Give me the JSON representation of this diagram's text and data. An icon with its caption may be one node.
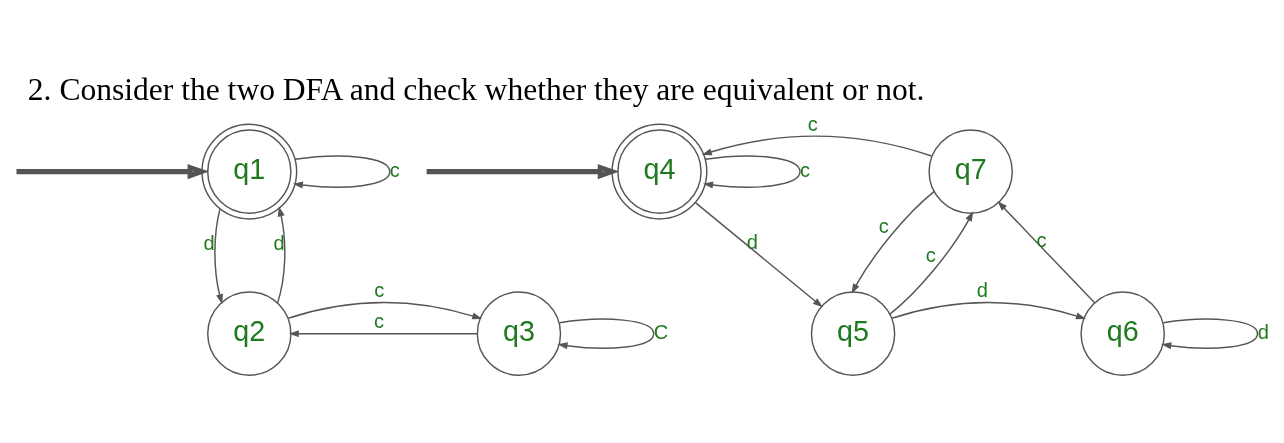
{
  "diagram": {
    "title": "2. Consider the two DFA and check whether they are equivalent or not.",
    "nodes": [
      {
        "text": [
          "q1"
        ]
      },
      {
        "text": [
          "q2"
        ]
      },
      {
        "text": [
          "q3"
        ]
      },
      {
        "text": [
          "q4"
        ]
      },
      {
        "text": [
          "q5"
        ]
      },
      {
        "text": [
          "q6"
        ]
      },
      {
        "text": [
          "q7"
        ]
      }
    ],
    "edges": [
      {
        "from": null,
        "to": 0,
        "arrow": "to",
        "style": "thick"
      },
      {
        "from": 0,
        "to": 0,
        "arrow": "to",
        "label": "c"
      },
      {
        "from": 1,
        "to": 0,
        "arrow": "to",
        "label": "d"
      },
      {
        "from": 0,
        "to": 1,
        "arrow": "to",
        "label": "d"
      },
      {
        "from": 2,
        "to": 1,
        "arrow": "to",
        "label": "c"
      },
      {
        "from": 1,
        "to": 2,
        "arrow": "to",
        "label": "c"
      },
      {
        "from": 2,
        "to": 2,
        "arrow": "to",
        "label": "C"
      },
      {
        "from": null,
        "to": 3,
        "arrow": "to",
        "style": "thick"
      },
      {
        "from": 3,
        "to": 3,
        "arrow": "to",
        "label": "c"
      },
      {
        "from": 6,
        "to": 3,
        "arrow": "to",
        "label": "c"
      },
      {
        "from": 3,
        "to": 4,
        "arrow": "to",
        "label": "d"
      },
      {
        "from": 4,
        "to": 6,
        "arrow": "to",
        "label": "c"
      },
      {
        "from": 6,
        "to": 4,
        "arrow": "to",
        "label": "c"
      },
      {
        "from": 5,
        "to": 6,
        "arrow": "to",
        "label": "c"
      },
      {
        "from": 5,
        "to": 5,
        "arrow": "to",
        "label": "d"
      },
      {
        "from": 4,
        "to": 5,
        "arrow": "to",
        "label": "d"
      }
    ]
  }
}
